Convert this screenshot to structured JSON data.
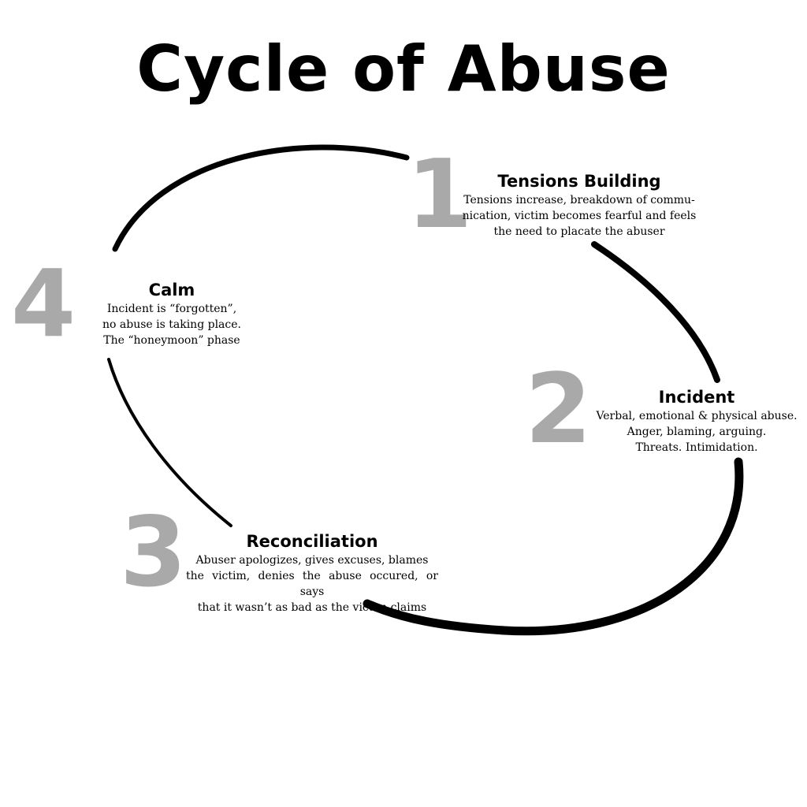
{
  "title": "Cycle of Abuse",
  "stages": [
    {
      "number": "1",
      "title": "Tensions Building",
      "description": "Tensions increase, breakdown of commu-\nnication, victim becomes fearful and feels\nthe need to placate the abuser"
    },
    {
      "number": "2",
      "title": "Incident",
      "description": "Verbal, emotional & physical abuse.\nAnger, blaming, arguing.\nThreats.  Intimidation."
    },
    {
      "number": "3",
      "title": "Reconciliation",
      "description": "Abuser apologizes, gives excuses, blames\nthe victim, denies the abuse occured, or says\nthat it wasn’t as bad as the victim claims"
    },
    {
      "number": "4",
      "title": "Calm",
      "description": "Incident is “forgotten”,\nno abuse is taking place.\nThe “honeymoon” phase"
    }
  ],
  "colors": {
    "number": "#a9a9a9",
    "text": "#000000",
    "arc": "#000000",
    "background": "#ffffff"
  }
}
